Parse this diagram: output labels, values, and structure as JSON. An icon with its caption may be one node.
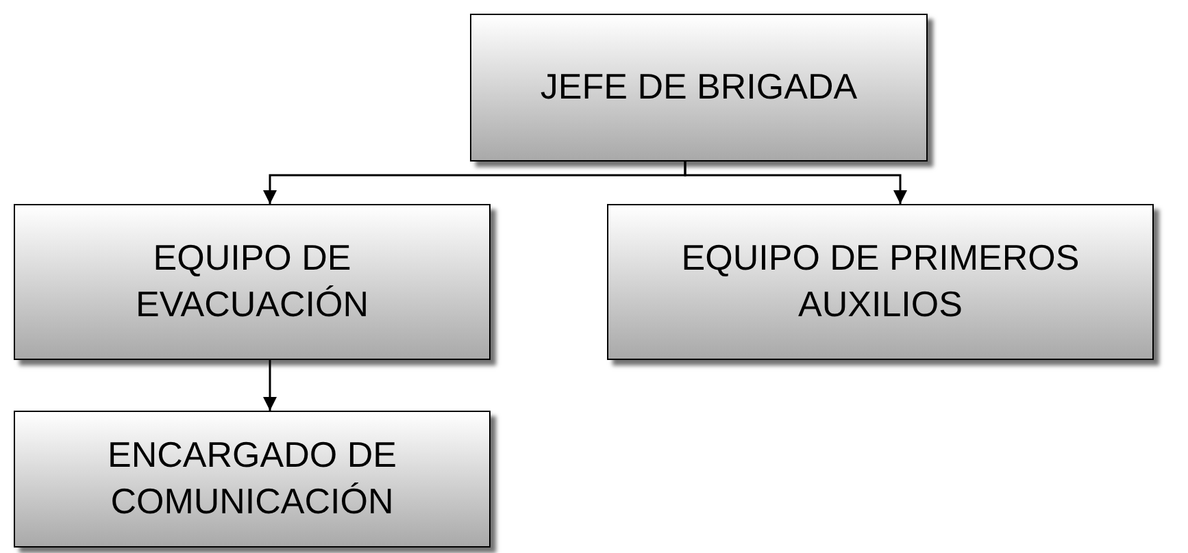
{
  "diagram": {
    "nodes": [
      {
        "text": [
          "JEFE DE BRIGADA"
        ]
      },
      {
        "text": [
          "EQUIPO DE EVACUACIÓN"
        ]
      },
      {
        "text": [
          "EQUIPO DE PRIMEROS AUXILIOS"
        ]
      },
      {
        "text": [
          "ENCARGADO DE COMUNICACIÓN"
        ]
      }
    ],
    "edges": [
      {
        "from": 0,
        "to": 1,
        "arrow": "to"
      },
      {
        "from": 0,
        "to": 2,
        "arrow": "to"
      },
      {
        "from": 1,
        "to": 3,
        "arrow": "to"
      }
    ]
  }
}
